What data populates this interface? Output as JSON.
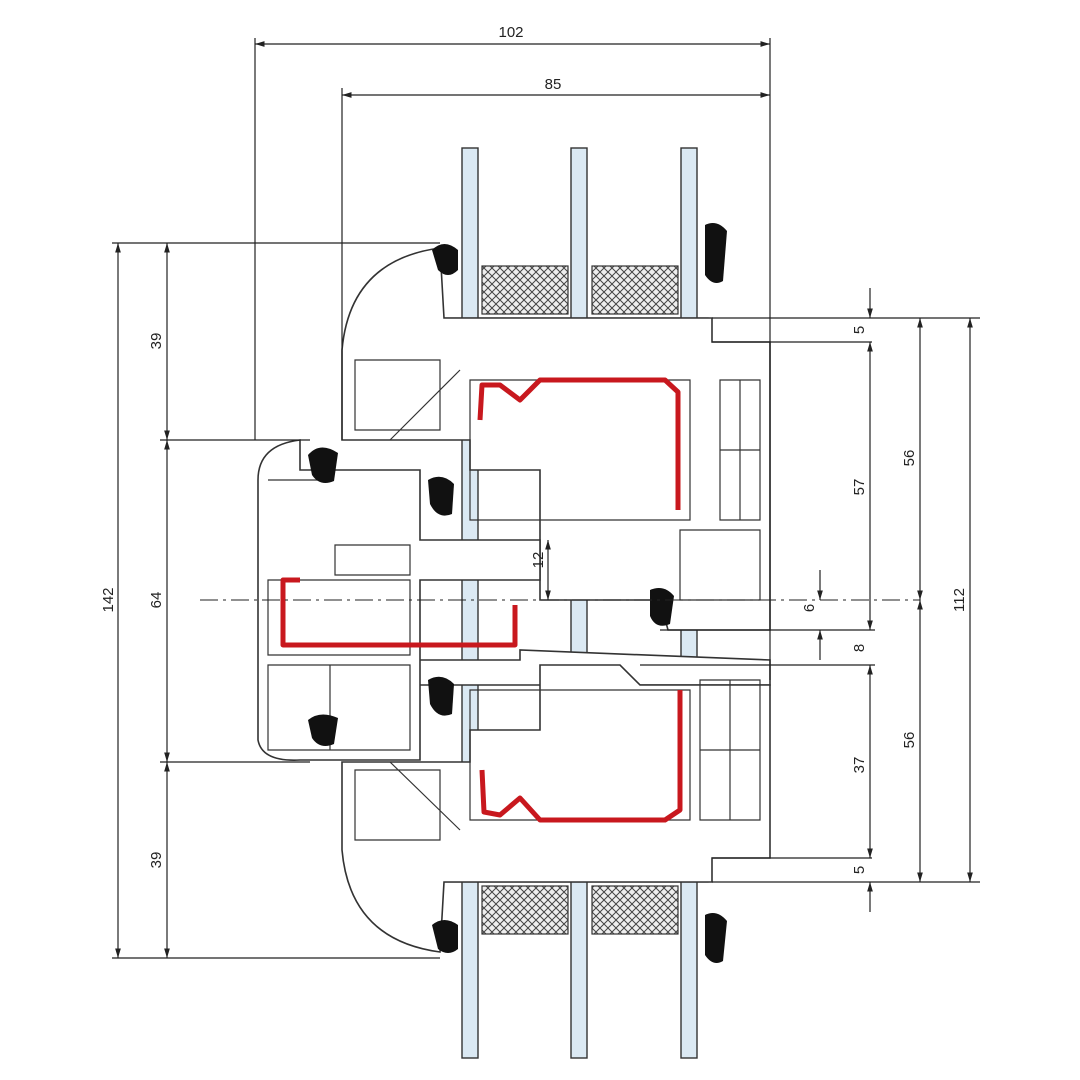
{
  "title": "Window profile cross-section",
  "dimensions": {
    "overall_depth": "102",
    "sash_depth": "85",
    "total_height": "142",
    "upper_frame": "39",
    "middle": "64",
    "lower_frame": "39",
    "glass_offset": "12",
    "top_rebate": "5",
    "upper_sash_57": "57",
    "overlap_6": "6",
    "gap_8": "8",
    "lower_sash_37": "37",
    "bottom_rebate": "5",
    "upper_56": "56",
    "lower_56": "56",
    "total_112": "112"
  },
  "colors": {
    "reinforcement": "#c8181e",
    "glass": "#dbe9f3"
  }
}
